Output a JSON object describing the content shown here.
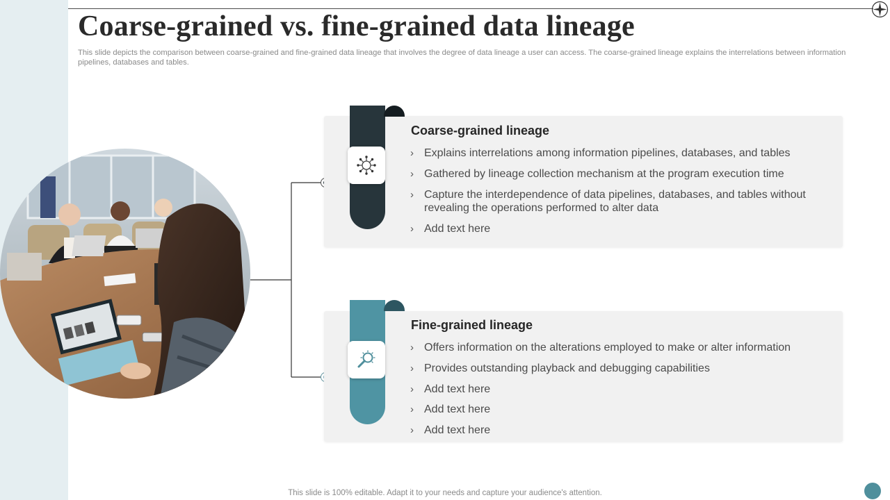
{
  "slide": {
    "title": "Coarse-grained vs. fine-grained data lineage",
    "subtitle": "This slide depicts the comparison between coarse-grained and fine-grained data lineage that involves the degree of data lineage a user can access. The coarse-grained lineage explains the interrelations between information pipelines, databases and tables.",
    "footer": "This slide is 100% editable. Adapt it to your needs and capture your audience's attention."
  },
  "photo": {
    "description": "Team meeting around conference table with laptops"
  },
  "cards": [
    {
      "title": "Coarse-grained lineage",
      "icon": "network-hub-icon",
      "accent": "#27353b",
      "bullets": [
        "Explains interrelations among information pipelines, databases, and tables",
        "Gathered by lineage collection mechanism at the program execution time",
        "Capture the interdependence of data pipelines, databases, and tables without revealing the operations performed to alter data",
        "Add text here"
      ]
    },
    {
      "title": "Fine-grained lineage",
      "icon": "magnifier-insight-icon",
      "accent": "#4f94a3",
      "bullets": [
        "Offers information on the alterations employed to make or alter information",
        "Provides outstanding playback and debugging capabilities",
        "Add text here",
        "Add text here",
        "Add text here"
      ]
    }
  ],
  "colors": {
    "dark_accent": "#27353b",
    "teal_accent": "#4f94a3",
    "card_bg": "#f1f1f1",
    "left_band": "#e5eef1"
  }
}
